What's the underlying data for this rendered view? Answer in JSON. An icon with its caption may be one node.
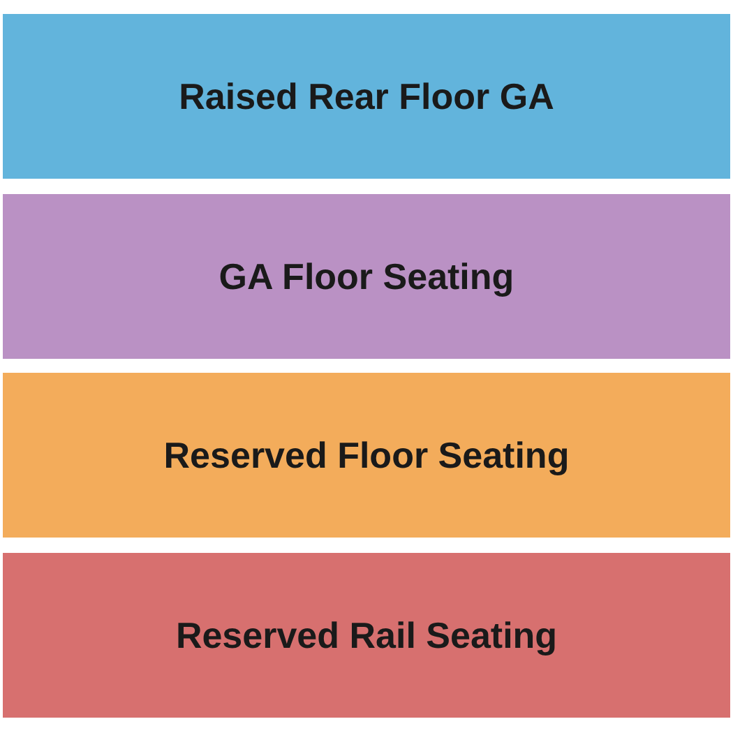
{
  "diagram": {
    "nodes": [
      {
        "text": [
          "Raised Rear Floor GA"
        ]
      },
      {
        "text": [
          "GA Floor Seating"
        ]
      },
      {
        "text": [
          "Reserved Floor Seating"
        ]
      },
      {
        "text": [
          "Reserved Rail Seating"
        ]
      }
    ]
  }
}
